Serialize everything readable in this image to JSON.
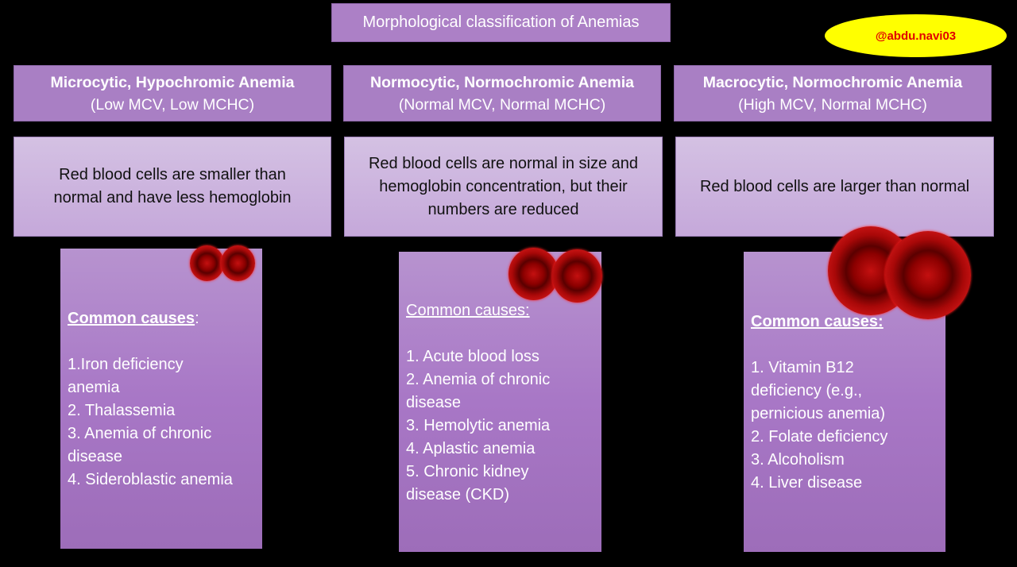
{
  "title": "Morphological classification of Anemias",
  "watermark": "@abdu.navi03",
  "colors": {
    "background": "#000000",
    "header_box": "#ac80c6",
    "description_box": "#cdb5df",
    "causes_box": "#a97bc6",
    "badge_fill": "#ffff00",
    "badge_text": "#e10000",
    "rbc": "#c00000"
  },
  "columns": [
    {
      "heading": "Microcytic, Hypochromic Anemia",
      "subheading": "(Low MCV, Low MCHC)",
      "description": "Red blood cells are smaller than normal and have less hemoglobin",
      "causes_label": "Common causes",
      "causes_suffix": ":",
      "causes": [
        "1.Iron deficiency anemia",
        "2. Thalassemia",
        "3. Anemia of chronic disease",
        "4. Sideroblastic anemia"
      ],
      "rbc_size": "small"
    },
    {
      "heading": "Normocytic, Normochromic Anemia",
      "subheading": "(Normal MCV, Normal MCHC)",
      "description": "Red blood cells are normal in size and hemoglobin concentration, but their numbers are reduced",
      "causes_label": "Common causes:",
      "causes_suffix": "",
      "causes": [
        "1. Acute blood loss",
        "2. Anemia of chronic disease",
        "3. Hemolytic anemia",
        "4. Aplastic anemia",
        "5. Chronic kidney disease (CKD)"
      ],
      "rbc_size": "normal"
    },
    {
      "heading": "Macrocytic, Normochromic Anemia",
      "subheading": "(High MCV, Normal MCHC)",
      "description": "Red blood cells are larger than normal",
      "causes_label": "Common causes:",
      "causes_suffix": "",
      "causes": [
        "1. Vitamin B12 deficiency (e.g., pernicious anemia)",
        "2. Folate deficiency",
        "3. Alcoholism",
        "4. Liver disease"
      ],
      "rbc_size": "large"
    }
  ]
}
